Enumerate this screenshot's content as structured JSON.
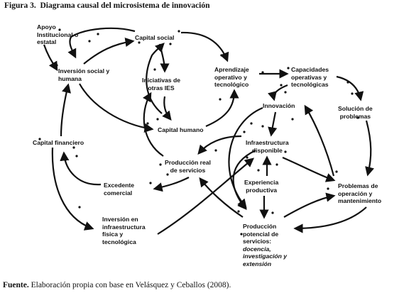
{
  "figure": {
    "label": "Figura 3.",
    "title": "Diagrama causal del microsistema de innovación"
  },
  "source": {
    "label": "Fuente.",
    "text": "Elaboración propia con base en Velásquez y Ceballos (2008)."
  },
  "nodes": {
    "apoyo": [
      "Apoyo",
      "Institucional o",
      "estatal"
    ],
    "inversion_social": [
      "Inversión social y",
      "humana"
    ],
    "capital_social": [
      "Capital social"
    ],
    "iniciativas": [
      "Iniciativas de",
      "otras IES"
    ],
    "capital_humano": [
      "Capital humano"
    ],
    "aprendizaje": [
      "Aprendizaje",
      "operativo y",
      "tecnológico"
    ],
    "capacidades": [
      "Capacidades",
      "operativas y",
      "tecnológicas"
    ],
    "innovacion": [
      "Innovación"
    ],
    "solucion": [
      "Solución de",
      "problemas"
    ],
    "capital_financiero": [
      "Capital financiero"
    ],
    "infraestructura": [
      "Infraestructura",
      "disponible"
    ],
    "produccion_real": [
      "Producción real",
      "de servicios"
    ],
    "excedente": [
      "Excedente",
      "comercial"
    ],
    "experiencia": [
      "Experiencia",
      "productiva"
    ],
    "problemas": [
      "Problemas de",
      "operación y",
      "mantenimiento"
    ],
    "inversion_infra": [
      "Inversión en",
      "infraestructura",
      "física y",
      "tecnológica"
    ],
    "produccion_potencial": [
      "Producción",
      "potencial de",
      "servicios:"
    ],
    "produccion_potencial_detail": [
      "docencia,",
      "investigación y",
      "extensión"
    ]
  }
}
